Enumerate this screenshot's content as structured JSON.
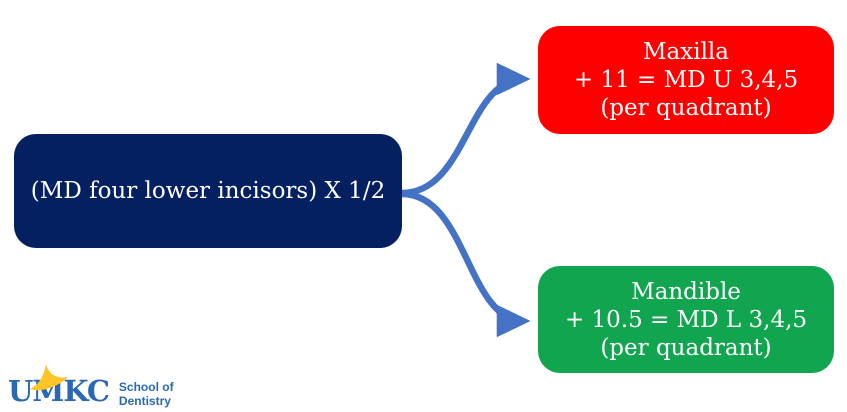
{
  "diagram": {
    "source_box": {
      "label": "(MD four lower incisors) X 1/2",
      "color": "#052061"
    },
    "maxilla_box": {
      "lines": [
        "Maxilla",
        "+ 11 = MD U 3,4,5",
        "(per quadrant)"
      ],
      "color": "#fe0000"
    },
    "mandible_box": {
      "lines": [
        "Mandible",
        "+ 10.5 = MD L 3,4,5",
        "(per quadrant)"
      ],
      "color": "#12a550"
    },
    "arrow_color": "#4472c4",
    "text_color": "#ffffff"
  },
  "logo": {
    "wordmark": "UMKC",
    "unit_line1": "School of",
    "unit_line2": "Dentistry",
    "blue": "#2969b2",
    "gold": "#ffc425"
  }
}
